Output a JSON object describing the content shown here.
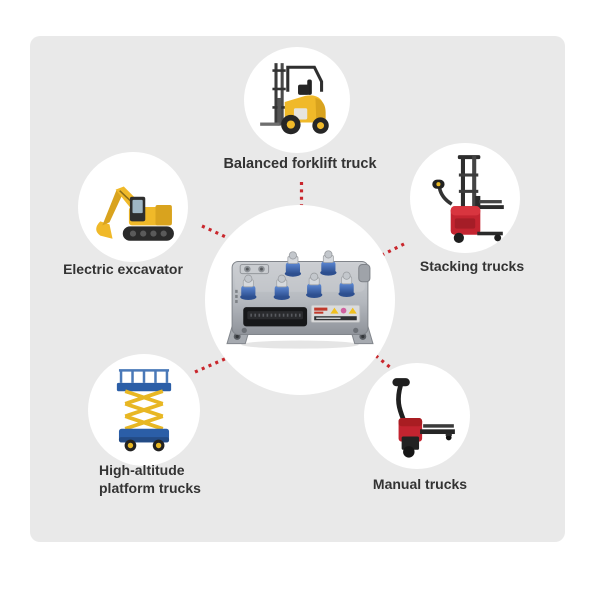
{
  "colors": {
    "page_bg": "#ffffff",
    "panel_bg": "#e9e9e9",
    "circle_bg": "#ffffff",
    "connector_red": "#c9262c",
    "label_text": "#333333",
    "machine_yellow": "#f0b929",
    "machine_red": "#c32430",
    "machine_blue": "#2b5ea7",
    "controller_body": "#b4b8be",
    "terminal_blue": "#3f6cc0"
  },
  "diagram": {
    "center_device": "motor-controller",
    "nodes": [
      {
        "id": "balanced-forklift-truck",
        "label": "Balanced forklift truck",
        "icon": "forklift-icon"
      },
      {
        "id": "electric-excavator",
        "label": "Electric excavator",
        "icon": "excavator-icon"
      },
      {
        "id": "stacking-trucks",
        "label": "Stacking trucks",
        "icon": "stacker-icon"
      },
      {
        "id": "high-altitude-platform-trucks",
        "label_lines": [
          "High-altitude",
          "platform trucks"
        ],
        "icon": "scissor-lift-icon"
      },
      {
        "id": "manual-trucks",
        "label": "Manual trucks",
        "icon": "pallet-truck-icon"
      }
    ]
  }
}
